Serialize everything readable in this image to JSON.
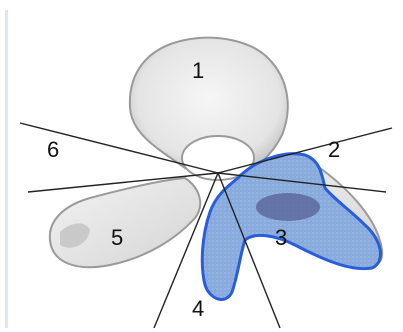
{
  "diagram": {
    "regions": [
      {
        "id": 1,
        "label": "1"
      },
      {
        "id": 2,
        "label": "2"
      },
      {
        "id": 3,
        "label": "3"
      },
      {
        "id": 4,
        "label": "4"
      },
      {
        "id": 5,
        "label": "5"
      },
      {
        "id": 6,
        "label": "6"
      }
    ],
    "colors": {
      "bone_fill": "#e6e6e6",
      "bone_stroke": "#9a9a9a",
      "lesion_fill": "#86a9dd",
      "lesion_stroke": "#2a5ed8",
      "lesion_core": "#5e6a9e",
      "divider_lines": "#222222"
    }
  }
}
